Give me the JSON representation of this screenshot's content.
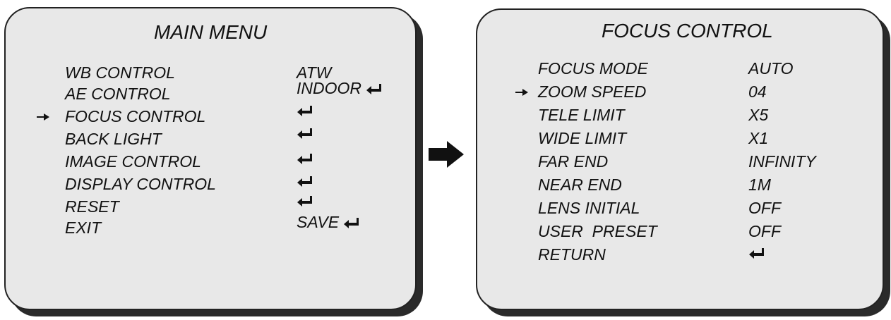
{
  "main_menu": {
    "title": "MAIN MENU",
    "items": [
      {
        "label": "WB CONTROL",
        "value": "ATW",
        "enter": false,
        "selected": false
      },
      {
        "label": "AE CONTROL",
        "value": "INDOOR",
        "enter": true,
        "selected": false
      },
      {
        "label": "FOCUS CONTROL",
        "value": "",
        "enter": true,
        "selected": true
      },
      {
        "label": "BACK LIGHT",
        "value": "",
        "enter": true,
        "selected": false
      },
      {
        "label": "IMAGE CONTROL",
        "value": "",
        "enter": true,
        "selected": false
      },
      {
        "label": "DISPLAY CONTROL",
        "value": "",
        "enter": true,
        "selected": false
      },
      {
        "label": "RESET",
        "value": "",
        "enter": true,
        "selected": false
      },
      {
        "label": "EXIT",
        "value": "SAVE",
        "enter": true,
        "selected": false
      }
    ]
  },
  "focus_menu": {
    "title": "FOCUS CONTROL",
    "items": [
      {
        "label": "FOCUS MODE",
        "value": "AUTO",
        "enter": false,
        "selected": false
      },
      {
        "label": "ZOOM SPEED",
        "value": "04",
        "enter": false,
        "selected": true
      },
      {
        "label": "TELE LIMIT",
        "value": "X5",
        "enter": false,
        "selected": false
      },
      {
        "label": "WIDE LIMIT",
        "value": "X1",
        "enter": false,
        "selected": false
      },
      {
        "label": "FAR END",
        "value": "INFINITY",
        "enter": false,
        "selected": false
      },
      {
        "label": "NEAR END",
        "value": "1M",
        "enter": false,
        "selected": false
      },
      {
        "label": "LENS INITIAL",
        "value": "OFF",
        "enter": false,
        "selected": false
      },
      {
        "label": "USER  PRESET",
        "value": "OFF",
        "enter": false,
        "selected": false
      },
      {
        "label": "RETURN",
        "value": "",
        "enter": true,
        "selected": false
      }
    ]
  },
  "icons": {
    "pointer": "right-arrow-pointer-icon",
    "enter": "enter-return-icon",
    "flow": "transition-arrow-icon"
  },
  "colors": {
    "panel_background": "#e8e8e8",
    "panel_border": "#222222",
    "text": "#111111"
  }
}
